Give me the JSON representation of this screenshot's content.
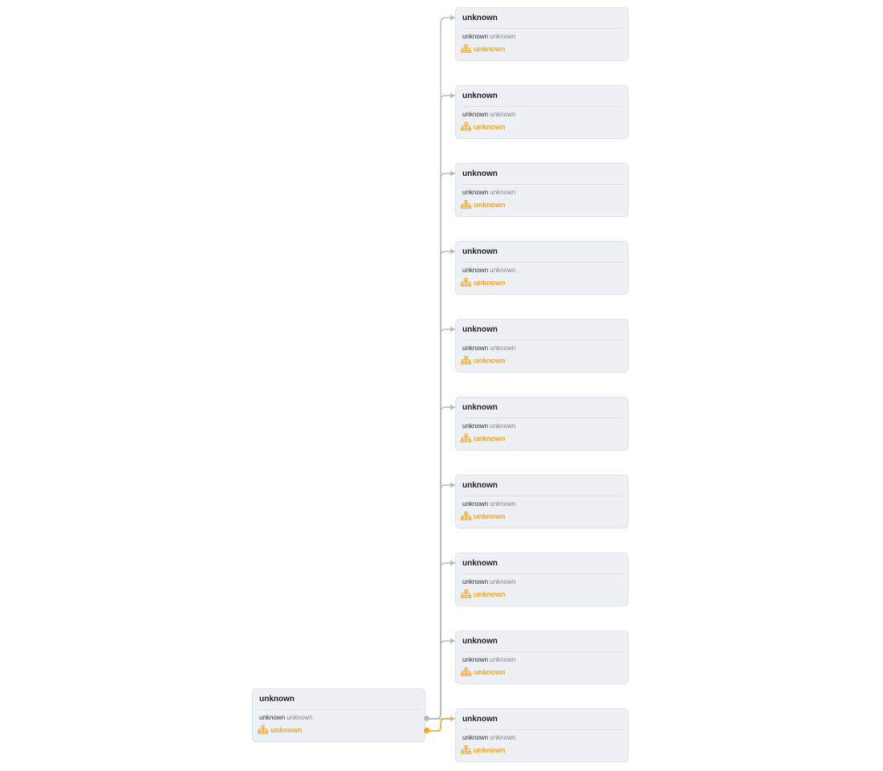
{
  "colors": {
    "edge": "#b8bcc2",
    "highlight_edge": "#f5a623",
    "node_background": "#edf0f4",
    "port_default": "#b6bcc6",
    "port_highlight": "#f5a623"
  },
  "source_node": {
    "title": "unknown",
    "type": "unknown",
    "value": "unknown",
    "link": "unknown",
    "link_icon": "hierarchy-icon"
  },
  "target_nodes": [
    {
      "title": "unknown",
      "type": "unknown",
      "value": "unknown",
      "link": "unknown",
      "link_icon": "hierarchy-icon"
    },
    {
      "title": "unknown",
      "type": "unknown",
      "value": "unknown",
      "link": "unknown",
      "link_icon": "hierarchy-icon"
    },
    {
      "title": "unknown",
      "type": "unknown",
      "value": "unknown",
      "link": "unknown",
      "link_icon": "hierarchy-icon"
    },
    {
      "title": "unknown",
      "type": "unknown",
      "value": "unknown",
      "link": "unknown",
      "link_icon": "hierarchy-icon"
    },
    {
      "title": "unknown",
      "type": "unknown",
      "value": "unknown",
      "link": "unknown",
      "link_icon": "hierarchy-icon"
    },
    {
      "title": "unknown",
      "type": "unknown",
      "value": "unknown",
      "link": "unknown",
      "link_icon": "hierarchy-icon"
    },
    {
      "title": "unknown",
      "type": "unknown",
      "value": "unknown",
      "link": "unknown",
      "link_icon": "hierarchy-icon"
    },
    {
      "title": "unknown",
      "type": "unknown",
      "value": "unknown",
      "link": "unknown",
      "link_icon": "hierarchy-icon"
    },
    {
      "title": "unknown",
      "type": "unknown",
      "value": "unknown",
      "link": "unknown",
      "link_icon": "hierarchy-icon"
    },
    {
      "title": "unknown",
      "type": "unknown",
      "value": "unknown",
      "link": "unknown",
      "link_icon": "hierarchy-icon"
    }
  ]
}
